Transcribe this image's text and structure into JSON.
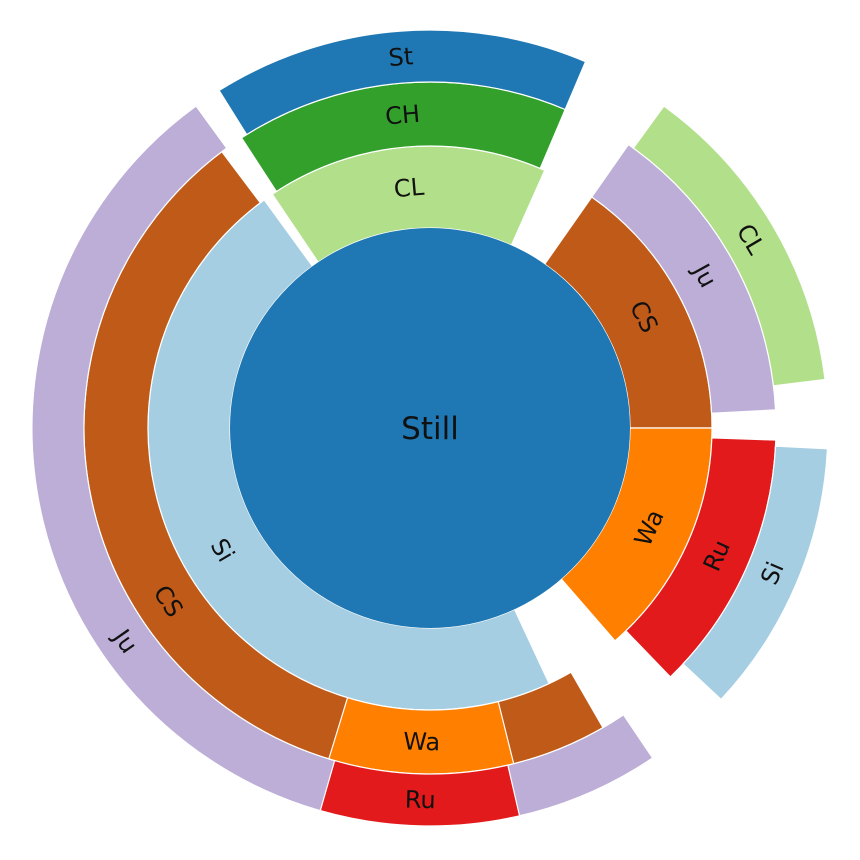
{
  "chart_data": {
    "type": "sunburst",
    "root": {
      "label": "Still",
      "color": "#1f78b4"
    },
    "segments": [
      {
        "label": "Si",
        "depth": 1,
        "start": 155,
        "end": 324,
        "color": "#a6cee3"
      },
      {
        "label": "CS",
        "depth": 2,
        "start": 150,
        "end": 323,
        "color": "#c05a18"
      },
      {
        "label": "Ju",
        "depth": 3,
        "start": 146,
        "end": 324,
        "color": "#bcaed6"
      },
      {
        "label": "CL",
        "depth": 1,
        "start": 326,
        "end": 24,
        "color": "#b2df8a"
      },
      {
        "label": "CH",
        "depth": 2,
        "start": 327,
        "end": 23,
        "color": "#33a02c"
      },
      {
        "label": "St",
        "depth": 3,
        "start": 328,
        "end": 23,
        "color": "#1f78b4"
      },
      {
        "label": "CS",
        "depth": 1,
        "start": 35,
        "end": 90,
        "color": "#c05a18"
      },
      {
        "label": "Ju",
        "depth": 2,
        "start": 35,
        "end": 87,
        "color": "#bcaed6"
      },
      {
        "label": "CL",
        "depth": 3,
        "start": 36,
        "end": 83,
        "color": "#b2df8a"
      },
      {
        "label": "Wa",
        "depth": 1,
        "start": 90,
        "end": 139,
        "color": "#ff7f00"
      },
      {
        "label": "Ru",
        "depth": 2,
        "start": 92,
        "end": 136,
        "color": "#e31a1c"
      },
      {
        "label": "Si",
        "depth": 3,
        "start": 93,
        "end": 133,
        "color": "#a6cee3"
      },
      {
        "label": "Wa",
        "depth": 2,
        "start": 166,
        "end": 197,
        "color": "#ff7f00"
      },
      {
        "label": "Ru",
        "depth": 3,
        "start": 167,
        "end": 196,
        "color": "#e31a1c"
      }
    ]
  }
}
